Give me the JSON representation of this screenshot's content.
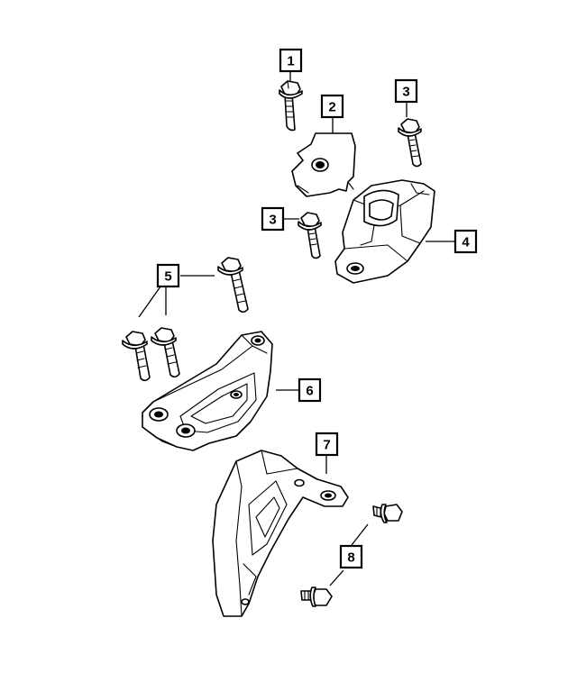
{
  "callouts": [
    {
      "id": "c1",
      "label": "1"
    },
    {
      "id": "c2",
      "label": "2"
    },
    {
      "id": "c3a",
      "label": "3"
    },
    {
      "id": "c3b",
      "label": "3"
    },
    {
      "id": "c4",
      "label": "4"
    },
    {
      "id": "c5",
      "label": "5"
    },
    {
      "id": "c6",
      "label": "6"
    },
    {
      "id": "c7",
      "label": "7"
    },
    {
      "id": "c8",
      "label": "8"
    }
  ]
}
